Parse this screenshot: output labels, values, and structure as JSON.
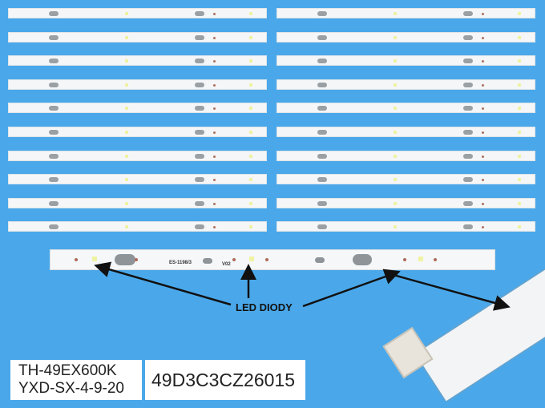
{
  "strips": {
    "left_column_count": 10,
    "right_column_count": 10
  },
  "big_strip": {
    "model_code": "ES-1198/3",
    "version": "V02"
  },
  "annotation": {
    "label": "LED DIODY"
  },
  "labels": {
    "model_line1": "TH-49EX600K",
    "model_line2": "YXD-SX-4-9-20",
    "part_number": "49D3C3CZ26015"
  },
  "colors": {
    "background": "#4aa8ea",
    "strip": "#f4f6f7",
    "arrow": "#111111"
  }
}
